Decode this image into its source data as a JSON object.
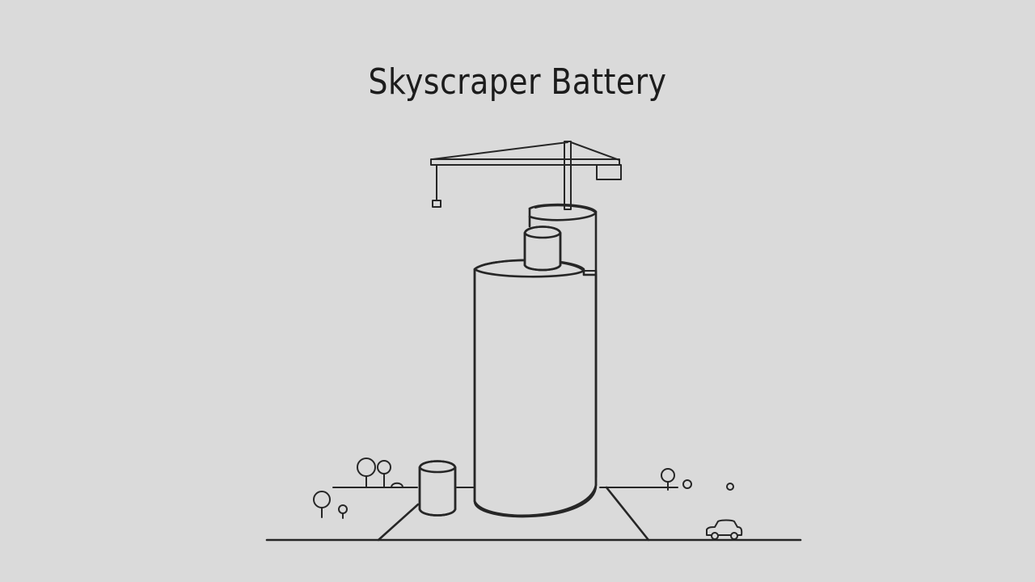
{
  "title": "Skyscraper Battery",
  "colors": {
    "background": "#dadada",
    "ink": "#262626"
  },
  "illustration": {
    "subject": "skyscraper-battery-building",
    "elements": [
      "tower-crane",
      "main-cylinder-tower",
      "upper-cylinder-tier",
      "top-cylinder",
      "small-cylinder-building",
      "trees",
      "shrubs",
      "car",
      "ground-road"
    ]
  }
}
